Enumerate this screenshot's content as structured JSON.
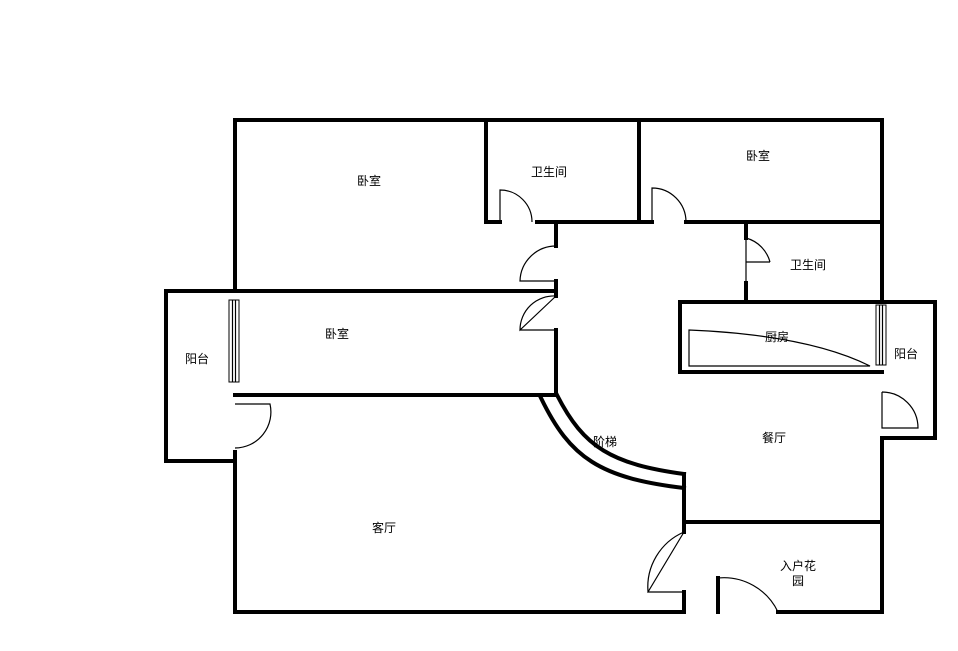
{
  "rooms": {
    "bedroom_top_left": "卧室",
    "bathroom_top": "卫生间",
    "bedroom_top_right": "卧室",
    "bathroom_right": "卫生间",
    "bedroom_middle": "卧室",
    "balcony_left": "阳台",
    "kitchen": "厨房",
    "balcony_right": "阳台",
    "stairs": "阶梯",
    "dining_room": "餐厅",
    "living_room": "客厅",
    "entry_garden_line1": "入户花",
    "entry_garden_line2": "园"
  }
}
